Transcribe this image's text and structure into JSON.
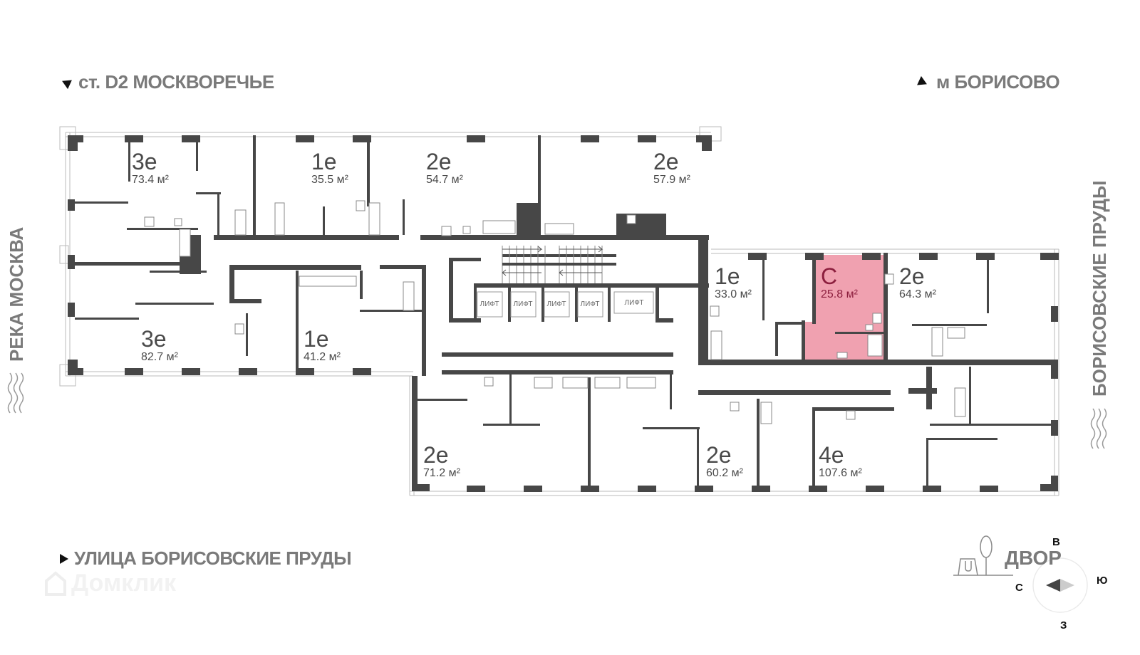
{
  "labels": {
    "top_left": "ст. D2 МОСКВОРЕЧЬЕ",
    "top_right": "м БОРИСОВО",
    "bottom_left": "УЛИЦА БОРИСОВСКИЕ ПРУДЫ",
    "left_vertical": "РЕКА МОСКВА",
    "right_vertical": "БОРИСОВСКИЕ ПРУДЫ",
    "yard": "ДВОР"
  },
  "units": [
    {
      "type": "3е",
      "area": "73.4 м²",
      "highlighted": false
    },
    {
      "type": "1е",
      "area": "35.5 м²",
      "highlighted": false
    },
    {
      "type": "2е",
      "area": "54.7 м²",
      "highlighted": false
    },
    {
      "type": "2е",
      "area": "57.9 м²",
      "highlighted": false
    },
    {
      "type": "3е",
      "area": "82.7 м²",
      "highlighted": false
    },
    {
      "type": "1е",
      "area": "41.2 м²",
      "highlighted": false
    },
    {
      "type": "1е",
      "area": "33.0 м²",
      "highlighted": false
    },
    {
      "type": "С",
      "area": "25.8 м²",
      "highlighted": true
    },
    {
      "type": "2е",
      "area": "64.3 м²",
      "highlighted": false
    },
    {
      "type": "2е",
      "area": "71.2 м²",
      "highlighted": false
    },
    {
      "type": "2е",
      "area": "60.2 м²",
      "highlighted": false
    },
    {
      "type": "4е",
      "area": "107.6 м²",
      "highlighted": false
    }
  ],
  "lifts": [
    "ЛИФТ",
    "ЛИФТ",
    "ЛИФТ",
    "ЛИФТ",
    "ЛИФТ"
  ],
  "compass": {
    "north": "С",
    "south": "Ю",
    "east": "В",
    "west": "З"
  },
  "watermark": "Домклик",
  "colors": {
    "wall": "#474747",
    "highlight": "#f0a1b0",
    "highlight_text": "#8c1f3e",
    "label": "#7a7a7a"
  },
  "icons": [
    "direction-arrow-icon",
    "water-waves-icon",
    "yard-playground-icon",
    "tree-icon",
    "compass-icon",
    "domclick-logo-icon"
  ]
}
